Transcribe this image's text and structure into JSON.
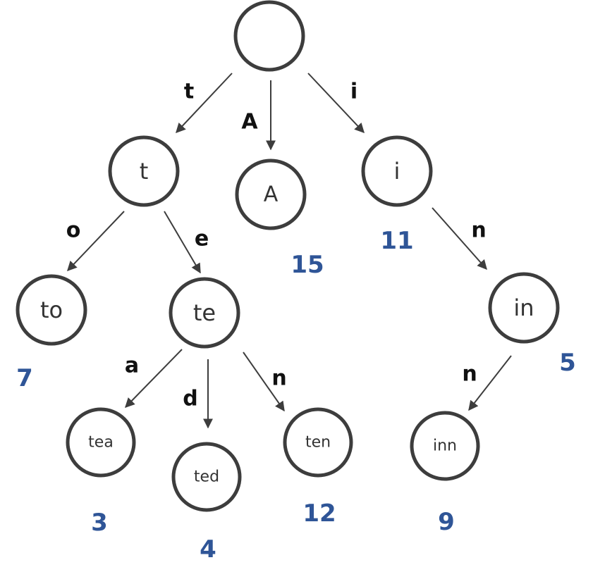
{
  "colors": {
    "node_stroke": "#3d3d3d",
    "edge": "#3d3d3d",
    "edge_label": "#111111",
    "node_label": "#333333",
    "value_label": "#2f5597"
  },
  "trie": {
    "nodes": [
      {
        "id": "root",
        "label": "",
        "value": ""
      },
      {
        "id": "t",
        "label": "t",
        "value": ""
      },
      {
        "id": "A",
        "label": "A",
        "value": "15"
      },
      {
        "id": "i",
        "label": "i",
        "value": "11"
      },
      {
        "id": "to",
        "label": "to",
        "value": "7"
      },
      {
        "id": "te",
        "label": "te",
        "value": ""
      },
      {
        "id": "in",
        "label": "in",
        "value": "5"
      },
      {
        "id": "tea",
        "label": "tea",
        "value": "3"
      },
      {
        "id": "ted",
        "label": "ted",
        "value": "4"
      },
      {
        "id": "ten",
        "label": "ten",
        "value": "12"
      },
      {
        "id": "inn",
        "label": "inn",
        "value": "9"
      }
    ],
    "edges": [
      {
        "from": "root",
        "to": "t",
        "label": "t"
      },
      {
        "from": "root",
        "to": "A",
        "label": "A"
      },
      {
        "from": "root",
        "to": "i",
        "label": "i"
      },
      {
        "from": "t",
        "to": "to",
        "label": "o"
      },
      {
        "from": "t",
        "to": "te",
        "label": "e"
      },
      {
        "from": "i",
        "to": "in",
        "label": "n"
      },
      {
        "from": "te",
        "to": "tea",
        "label": "a"
      },
      {
        "from": "te",
        "to": "ted",
        "label": "d"
      },
      {
        "from": "te",
        "to": "ten",
        "label": "n"
      },
      {
        "from": "in",
        "to": "inn",
        "label": "n"
      }
    ]
  }
}
